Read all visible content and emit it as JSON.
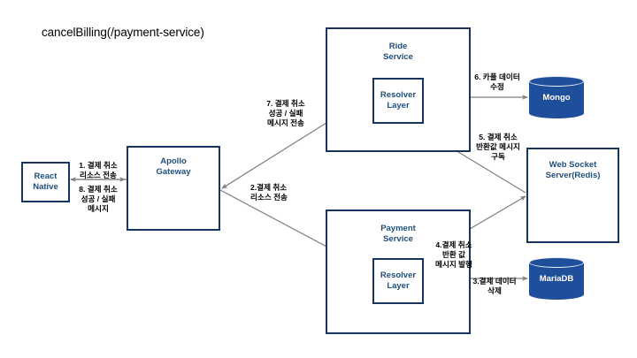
{
  "diagram": {
    "title": "cancelBilling(/payment-service)",
    "accent_border": "#15355e",
    "accent_text": "#1f4e79",
    "db_fill": "#1f4e9b",
    "edge_color": "#7f7f7f"
  },
  "nodes": {
    "react_native": "React\nNative",
    "react_native_line1": "React",
    "react_native_line2": "Native",
    "apollo_gateway_line1": "Apollo",
    "apollo_gateway_line2": "Gateway",
    "ride_service_line1": "Ride",
    "ride_service_line2": "Service",
    "payment_service_line1": "Payment",
    "payment_service_line2": "Service",
    "ride_resolver_line1": "Resolver",
    "ride_resolver_line2": "Layer",
    "payment_resolver_line1": "Resolver",
    "payment_resolver_line2": "Layer",
    "websocket_line1": "Web Socket",
    "websocket_line2": "Server(Redis)",
    "mongo": "Mongo",
    "mariadb": "MariaDB"
  },
  "edge_labels": {
    "step1": "1. 결제 취소\n리소스 전송",
    "step2": "2.결제 취소\n리소스 전송",
    "step3": "3.결제 데이터\n삭제",
    "step4": "4.결제 취소\n반환 값\n메시지 발행",
    "step5": "5. 결제 취소\n반환값 메시지\n구독",
    "step6": "6. 카풀 데이터\n수정",
    "step7": "7. 결제 취소\n성공 / 실패\n메시지 전송",
    "step8": "8. 결제 취소\n성공 / 실패\n메시지"
  }
}
